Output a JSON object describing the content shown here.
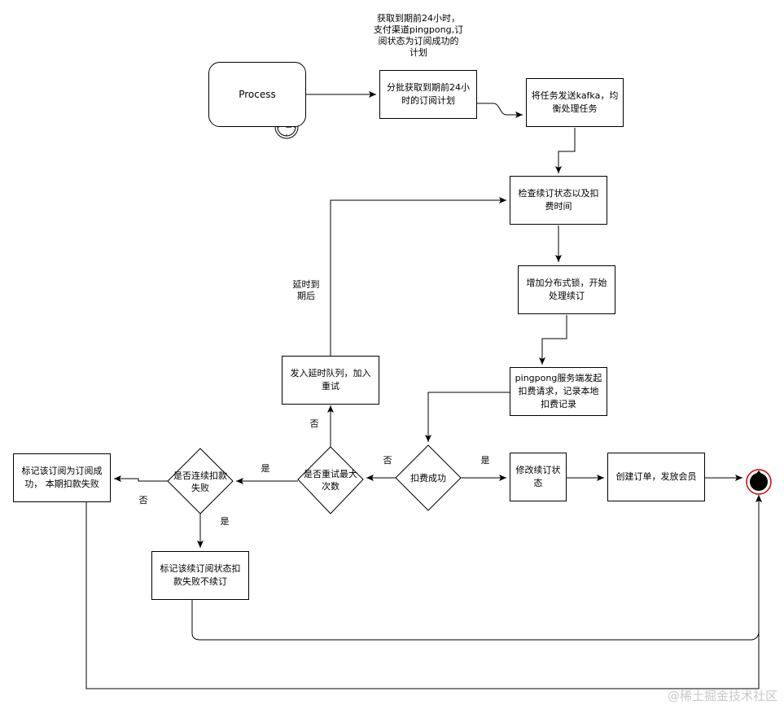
{
  "note_top": "获取到期前24小时，\n支付渠道pingpong,订\n阅状态为订阅成功的\n计划",
  "nodes": {
    "process": "Process",
    "batch_fetch": "分批获取到期前24小\n时的订阅计划",
    "send_kafka": "将任务发送kafka，均\n衡处理任务",
    "check_status": "检查续订状态以及扣\n费时间",
    "add_lock": "增加分布式锁，开始\n处理续订",
    "pingpong_request": "pingpong服务端发起\n扣费请求，记录本地\n扣费记录",
    "modify_status": "修改续订状\n态",
    "create_order": "创建订单，发放会员",
    "delay_queue": "发入延时队列，加入\n重试",
    "mark_success": "标记该订阅为订阅成\n功， 本期扣款失败",
    "mark_fail": "标记该续订阅状态扣\n款失败不续订"
  },
  "decisions": {
    "charge_success": "扣费成功",
    "max_retry": "是否重试最大\n次数",
    "consecutive_fail": "是否连续扣款\n失败"
  },
  "edge_labels": {
    "yes_modify": "是",
    "no_retry": "否",
    "no_delay": "否",
    "yes_consecutive": "是",
    "no_mark_success": "否",
    "yes_mark_fail": "是",
    "delay_expire": "延时到\n期后"
  },
  "watermark": "@稀土掘金技术社区"
}
